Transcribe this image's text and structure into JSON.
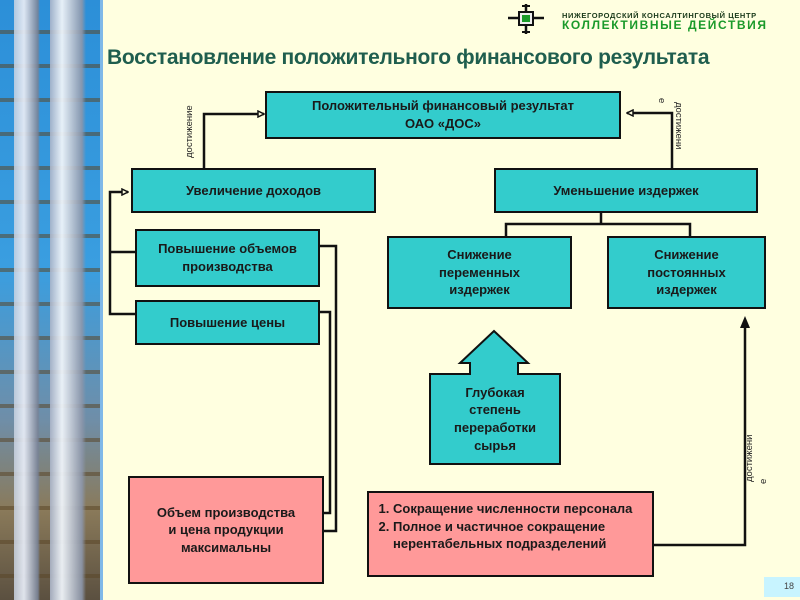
{
  "logo": {
    "subtitle": "НИЖЕГОРОДСКИЙ КОНСАЛТИНГОВЫЙ ЦЕНТР",
    "name": "КОЛЛЕКТИВНЫЕ ДЕЙСТВИЯ",
    "brand_color": "#1a9a2a"
  },
  "slide": {
    "title": "Восстановление положительного финансового результата",
    "page_number": "18"
  },
  "diagram": {
    "nodes": {
      "result": {
        "line1": "Положительный финансовый результат",
        "line2": "ОАО «ДОС»"
      },
      "income": "Увеличение доходов",
      "costs": "Уменьшение издержек",
      "volume": {
        "line1": "Повышение объемов",
        "line2": "производства"
      },
      "price": "Повышение цены",
      "variable_costs": {
        "line1": "Снижение",
        "line2": "переменных",
        "line3": "издержек"
      },
      "fixed_costs": {
        "line1": "Снижение",
        "line2": "постоянных",
        "line3": "издержек"
      },
      "deep_processing": {
        "line1": "Глубокая",
        "line2": "степень",
        "line3": "переработки",
        "line4": "сырья"
      },
      "max_volume_price": {
        "line1": "Объем производства",
        "line2": "и цена продукции",
        "line3": "максимальны"
      },
      "measures": {
        "items": [
          "Сокращение численности персонала",
          "Полное и частичное сокращение нерентабельных подразделений"
        ]
      }
    },
    "edge_labels": {
      "left_achievement": "достижение",
      "right_top_achievement_part1": "достижени",
      "right_top_achievement_part2": "е",
      "right_bottom_achievement_part1": "достижени",
      "right_bottom_achievement_part2": "е"
    },
    "colors": {
      "primary_box": "#33CCCC",
      "condition_box": "#FF9999",
      "background": "#FFFFE0",
      "title": "#1f5e4e"
    }
  }
}
